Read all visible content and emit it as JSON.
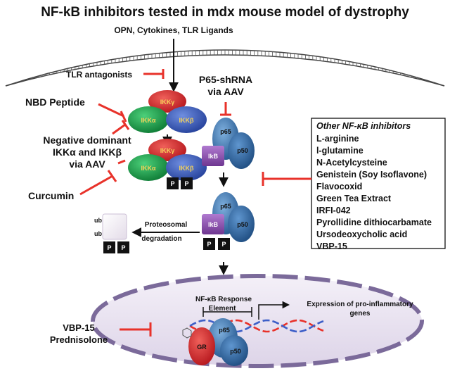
{
  "title": "NF-kB inhibitors tested in mdx mouse model of dystrophy",
  "stimuli": "OPN, Cytokines, TLR Ligands",
  "tlr_antagonists": "TLR antagonists",
  "nbd_peptide": "NBD Peptide",
  "neg_dominant": [
    "Negative dominant",
    "IKKα and IKKβ",
    "via AAV"
  ],
  "curcumin": "Curcumin",
  "p65_shrna": [
    "P65-shRNA",
    "via AAV"
  ],
  "proteins": {
    "ikk_gamma": "IKKγ",
    "ikk_alpha": "IKKα",
    "ikk_beta": "IKKβ",
    "p65": "p65",
    "p50": "p50",
    "ikb": "IkB",
    "phospho": "P",
    "ub": "ub",
    "gr": "GR"
  },
  "proteosomal": [
    "Proteosomal",
    "degradation"
  ],
  "nfkb_element": [
    "NF-κB Response",
    "Element"
  ],
  "expression": [
    "Expression of pro-inflammatory",
    "genes"
  ],
  "nucleus_drugs": [
    "VBP-15",
    "Prednisolone"
  ],
  "other_box": {
    "heading": "Other NF-κB inhibitors",
    "items": [
      "L-arginine",
      "l-glutamine",
      "N-Acetylcysteine",
      "Genistein (Soy Isoflavone)",
      "Flavocoxid",
      "Green Tea Extract",
      "IRFI-042",
      "Pyrollidine dithiocarbamate",
      "Ursodeoxycholic acid",
      "VBP-15"
    ]
  },
  "colors": {
    "red_inhibit": "#e8322a",
    "ikk_gamma": "#d6262b",
    "ikk_alpha": "#14a64a",
    "ikk_beta": "#3a5bbf",
    "p65": "#3d78b8",
    "p50": "#2d6aab",
    "ikb": "#8b4fb0",
    "nucleus_fill": "#ece7f2",
    "nucleus_stroke": "#7b6a9a"
  }
}
